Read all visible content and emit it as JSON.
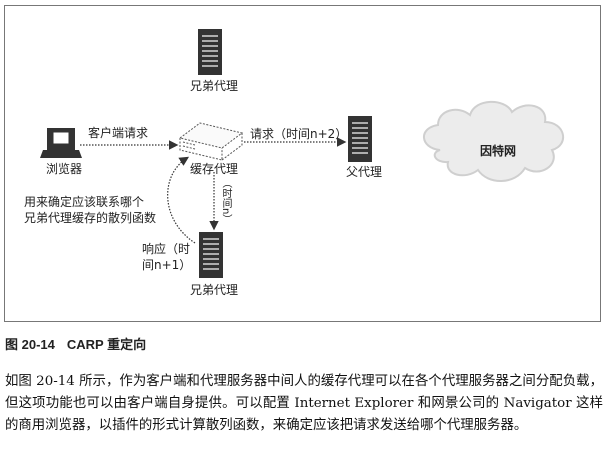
{
  "figure": {
    "nodes": {
      "sibling_proxy_top": "兄弟代理",
      "browser": "浏览器",
      "cache_proxy": "缓存代理",
      "parent_proxy": "父代理",
      "sibling_proxy_bottom": "兄弟代理",
      "internet": "因特网"
    },
    "edges": {
      "client_request": "客户端请求",
      "request_time_n2": "请求（时间n+2）",
      "time_n": "（时间n）",
      "response_line1": "响应（时",
      "response_line2": "间n+1）"
    },
    "hash_note_line1": "用来确定应该联系哪个",
    "hash_note_line2": "兄弟代理缓存的散列函数",
    "icons": {
      "server": "server-tower-icon",
      "browser": "computer-monitor-icon",
      "cache": "cache-appliance-icon",
      "cloud": "cloud-icon"
    }
  },
  "caption": {
    "number": "图 20-14",
    "title": "CARP 重定向"
  },
  "body_text": "如图 20-14 所示，作为客户端和代理服务器中间人的缓存代理可以在各个代理服务器之间分配负载，但这项功能也可以由客户端自身提供。可以配置 Internet Explorer 和网景公司的 Navigator 这样的商用浏览器，以插件的形式计算散列函数，来确定应该把请求发送给哪个代理服务器。"
}
